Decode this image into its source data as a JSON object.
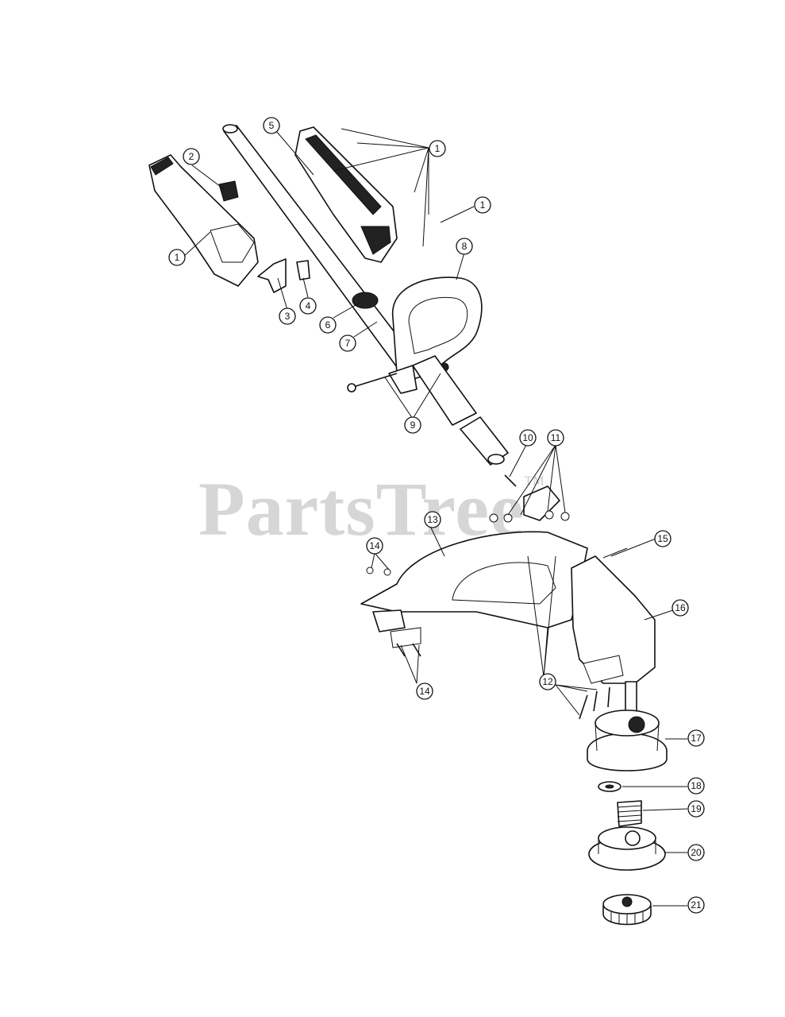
{
  "watermark": {
    "text": "PartsTree",
    "tm": "TM"
  },
  "callouts": [
    "1",
    "2",
    "3",
    "4",
    "5",
    "6",
    "7",
    "8",
    "9",
    "10",
    "11",
    "12",
    "13",
    "14",
    "15",
    "16",
    "17",
    "18",
    "19",
    "20",
    "21"
  ],
  "callout_labels": {
    "c1a": "1",
    "c1b": "1",
    "c1c": "1",
    "c2": "2",
    "c3": "3",
    "c4": "4",
    "c5": "5",
    "c6": "6",
    "c7": "7",
    "c8": "8",
    "c9": "9",
    "c10": "10",
    "c11": "11",
    "c12": "12",
    "c13": "13",
    "c14a": "14",
    "c14b": "14",
    "c15": "15",
    "c16": "16",
    "c17": "17",
    "c18": "18",
    "c19": "19",
    "c20": "20",
    "c21": "21"
  }
}
